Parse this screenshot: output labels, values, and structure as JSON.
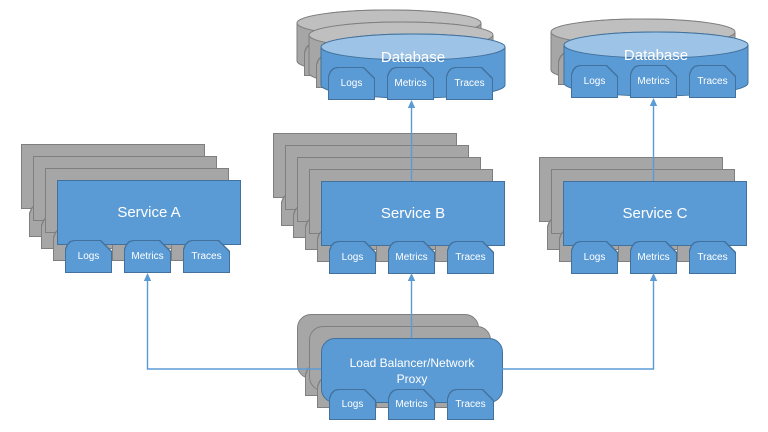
{
  "diagram": {
    "type": "architecture-diagram",
    "description": "Services with logs, metrics and traces flowing between load balancer, services and databases"
  },
  "colors": {
    "node_fill": "#5B9BD5",
    "node_border": "#41719C",
    "cylinder_top_fill": "#9DC3E6",
    "shadow_fill": "#A6A6A6",
    "shadow_border": "#7F7F7F",
    "shadow_cylinder_top_fill": "#BFBFBF",
    "connector": "#5B9BD5",
    "label_text": "#FFFFFF"
  },
  "nodes": {
    "database_left": {
      "label": "Database",
      "shape": "cylinder",
      "stacked_copies": 3,
      "tabs": [
        "Logs",
        "Metrics",
        "Traces"
      ]
    },
    "database_right": {
      "label": "Database",
      "shape": "cylinder",
      "stacked_copies": 2,
      "tabs": [
        "Logs",
        "Metrics",
        "Traces"
      ]
    },
    "service_a": {
      "label": "Service A",
      "shape": "rectangle",
      "stacked_copies": 4,
      "tabs": [
        "Logs",
        "Metrics",
        "Traces"
      ]
    },
    "service_b": {
      "label": "Service B",
      "shape": "rectangle",
      "stacked_copies": 5,
      "tabs": [
        "Logs",
        "Metrics",
        "Traces"
      ]
    },
    "service_c": {
      "label": "Service C",
      "shape": "rectangle",
      "stacked_copies": 3,
      "tabs": [
        "Logs",
        "Metrics",
        "Traces"
      ]
    },
    "load_balancer": {
      "label": "Load Balancer/Network Proxy",
      "label_lines": [
        "Load Balancer/Network",
        "Proxy"
      ],
      "shape": "rounded-rectangle",
      "stacked_copies": 3,
      "tabs": [
        "Logs",
        "Metrics",
        "Traces"
      ]
    }
  },
  "connections": [
    {
      "from": "load_balancer",
      "to": "service_a",
      "arrow": "up"
    },
    {
      "from": "load_balancer",
      "to": "service_b",
      "arrow": "up"
    },
    {
      "from": "load_balancer",
      "to": "service_c",
      "arrow": "up"
    },
    {
      "from": "service_b",
      "to": "database_left",
      "arrow": "up"
    },
    {
      "from": "service_c",
      "to": "database_right",
      "arrow": "up"
    }
  ]
}
